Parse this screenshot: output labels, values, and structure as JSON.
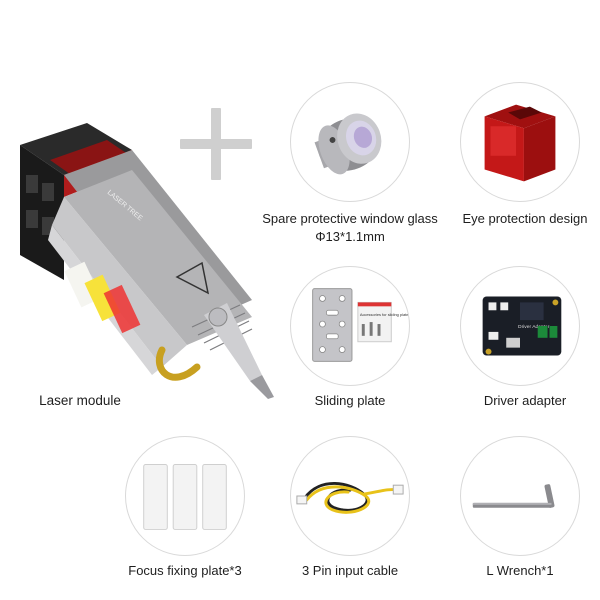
{
  "items": {
    "laser_module": "Laser module",
    "window_glass_line1": "Spare protective window glass",
    "window_glass_line2": "Φ13*1.1mm",
    "eye_protection": "Eye protection design",
    "sliding_plate": "Sliding plate",
    "driver_adapter": "Driver adapter",
    "focus_plate": "Focus fixing plate*3",
    "pin_cable": "3 Pin input cable",
    "l_wrench": "L Wrench*1"
  },
  "product_texts": {
    "module_brand": "LASER TREE",
    "accessory_bag": "Accessories for sliding plate",
    "board_label": "Driver Adapter"
  }
}
